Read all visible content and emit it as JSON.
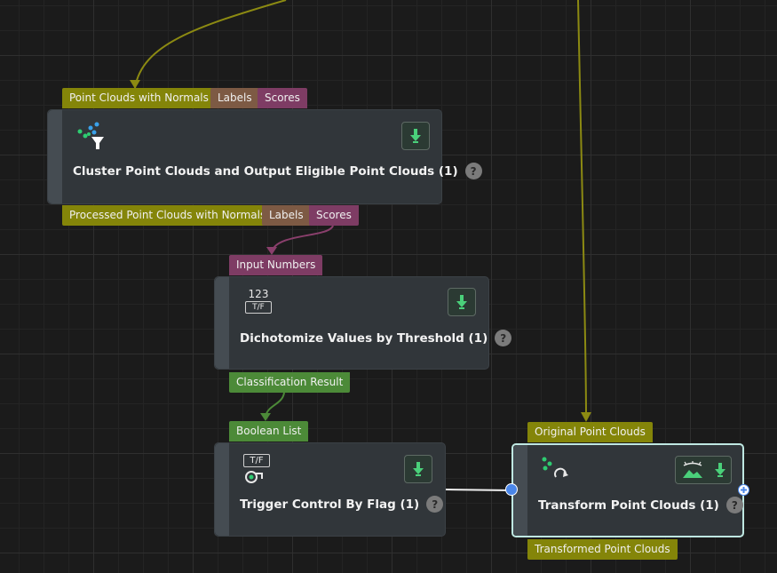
{
  "nodes": {
    "cluster": {
      "title": "Cluster Point Clouds and Output Eligible Point Clouds (1)",
      "inputs": [
        "Point Clouds with Normals",
        "Labels",
        "Scores"
      ],
      "outputs": [
        "Processed Point Clouds with Normals",
        "Labels",
        "Scores"
      ]
    },
    "dichotomize": {
      "title": "Dichotomize Values by Threshold (1)",
      "inputs": [
        "Input Numbers"
      ],
      "outputs": [
        "Classification Result"
      ],
      "icon_text_top": "123",
      "icon_text_bottom": "T/F"
    },
    "trigger": {
      "title": "Trigger Control By Flag (1)",
      "inputs": [
        "Boolean List"
      ],
      "icon_text": "T/F"
    },
    "transform": {
      "title": "Transform Point Clouds (1)",
      "inputs": [
        "Original Point Clouds"
      ],
      "outputs": [
        "Transformed Point Clouds"
      ]
    }
  },
  "help_glyph": "?",
  "colors": {
    "olive_port": "#848509",
    "brown_port": "#7d5a44",
    "plum_port": "#7e3c64",
    "green_port": "#4c8a38",
    "node_bg": "#31363a",
    "selected_border": "#bfe8e2",
    "connector_blue": "#4a86e8"
  }
}
